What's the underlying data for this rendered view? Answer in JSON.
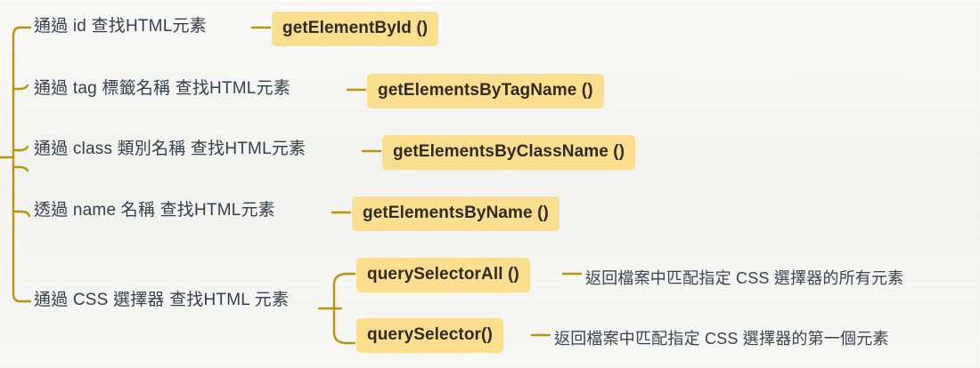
{
  "canvas": {
    "background_color": "#f7f7f5",
    "line_color": "#b8960c",
    "badge_color": "#fcdf8e",
    "badge_text_color": "#2f2a22",
    "label_text_color": "#35404d"
  },
  "mindmap": {
    "root_connector": "left-bracket",
    "branches": [
      {
        "label": "通過 id 查找HTML元素",
        "method": "getElementById ()",
        "descriptions": []
      },
      {
        "label": "通過 tag 標籤名稱 查找HTML元素",
        "method": "getElementsByTagName ()",
        "descriptions": []
      },
      {
        "label": "通過 class 類別名稱 查找HTML元素",
        "method": "getElementsByClassName ()",
        "descriptions": []
      },
      {
        "label": "透過 name 名稱 查找HTML元素",
        "method": "getElementsByName ()",
        "descriptions": []
      },
      {
        "label": "通過 CSS 選擇器 查找HTML 元素",
        "method": null,
        "descriptions": [
          {
            "method": "querySelectorAll ()",
            "text": "返回檔案中匹配指定 CSS 選擇器的所有元素"
          },
          {
            "method": "querySelector()",
            "text": "返回檔案中匹配指定 CSS 選擇器的第一個元素"
          }
        ]
      }
    ]
  }
}
